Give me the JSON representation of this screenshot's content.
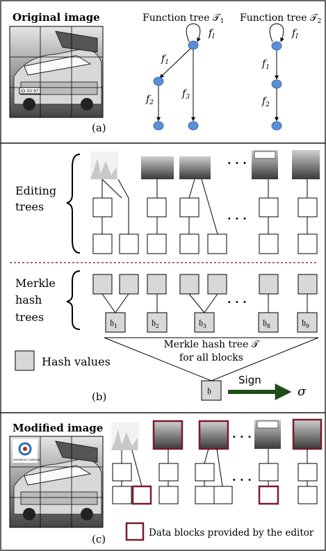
{
  "panel_a": {
    "original_label": "Original image",
    "caption": "(a)",
    "tree1_title": "Function tree 𝒯",
    "tree1_sub": "1",
    "tree2_title": "Function tree 𝒯",
    "tree2_sub": "2",
    "f1": "f",
    "f1_sub": "1",
    "f2": "f",
    "f2_sub": "2",
    "f3": "f",
    "f3_sub": "3",
    "fI": "f",
    "fI_sub": "I",
    "plate_text": "ID-50·97"
  },
  "panel_b": {
    "editing_line1": "Editing",
    "editing_line2": "trees",
    "merkle_line1": "Merkle",
    "merkle_line2": "hash",
    "merkle_line3": "trees",
    "hash_values_label": "Hash values",
    "merkle_all_line1": "Merkle hash tree 𝒯",
    "merkle_all_line2": "for all blocks",
    "root_hash": "𝔥",
    "h1": "𝔥",
    "h1_sub": "1",
    "h2": "𝔥",
    "h2_sub": "2",
    "h3": "𝔥",
    "h3_sub": "3",
    "h8": "𝔥",
    "h8_sub": "8",
    "h9": "𝔥",
    "h9_sub": "9",
    "sign_label": "Sign",
    "sigma": "σ",
    "caption": "(b)",
    "ellipsis": "· · ·"
  },
  "panel_c": {
    "modified_label": "Modified image",
    "caption": "(c)",
    "legend_label": "Data blocks provided by the editor",
    "wiki_text": "WIKIMEDIA COMMONS"
  },
  "colors": {
    "node_blue": "#5b8fd6",
    "editor_red": "#7a1a2a",
    "arrow_green": "#1f4d1a",
    "hash_gray": "#d8d8d8",
    "divider_brown": "#8b3a2a"
  }
}
